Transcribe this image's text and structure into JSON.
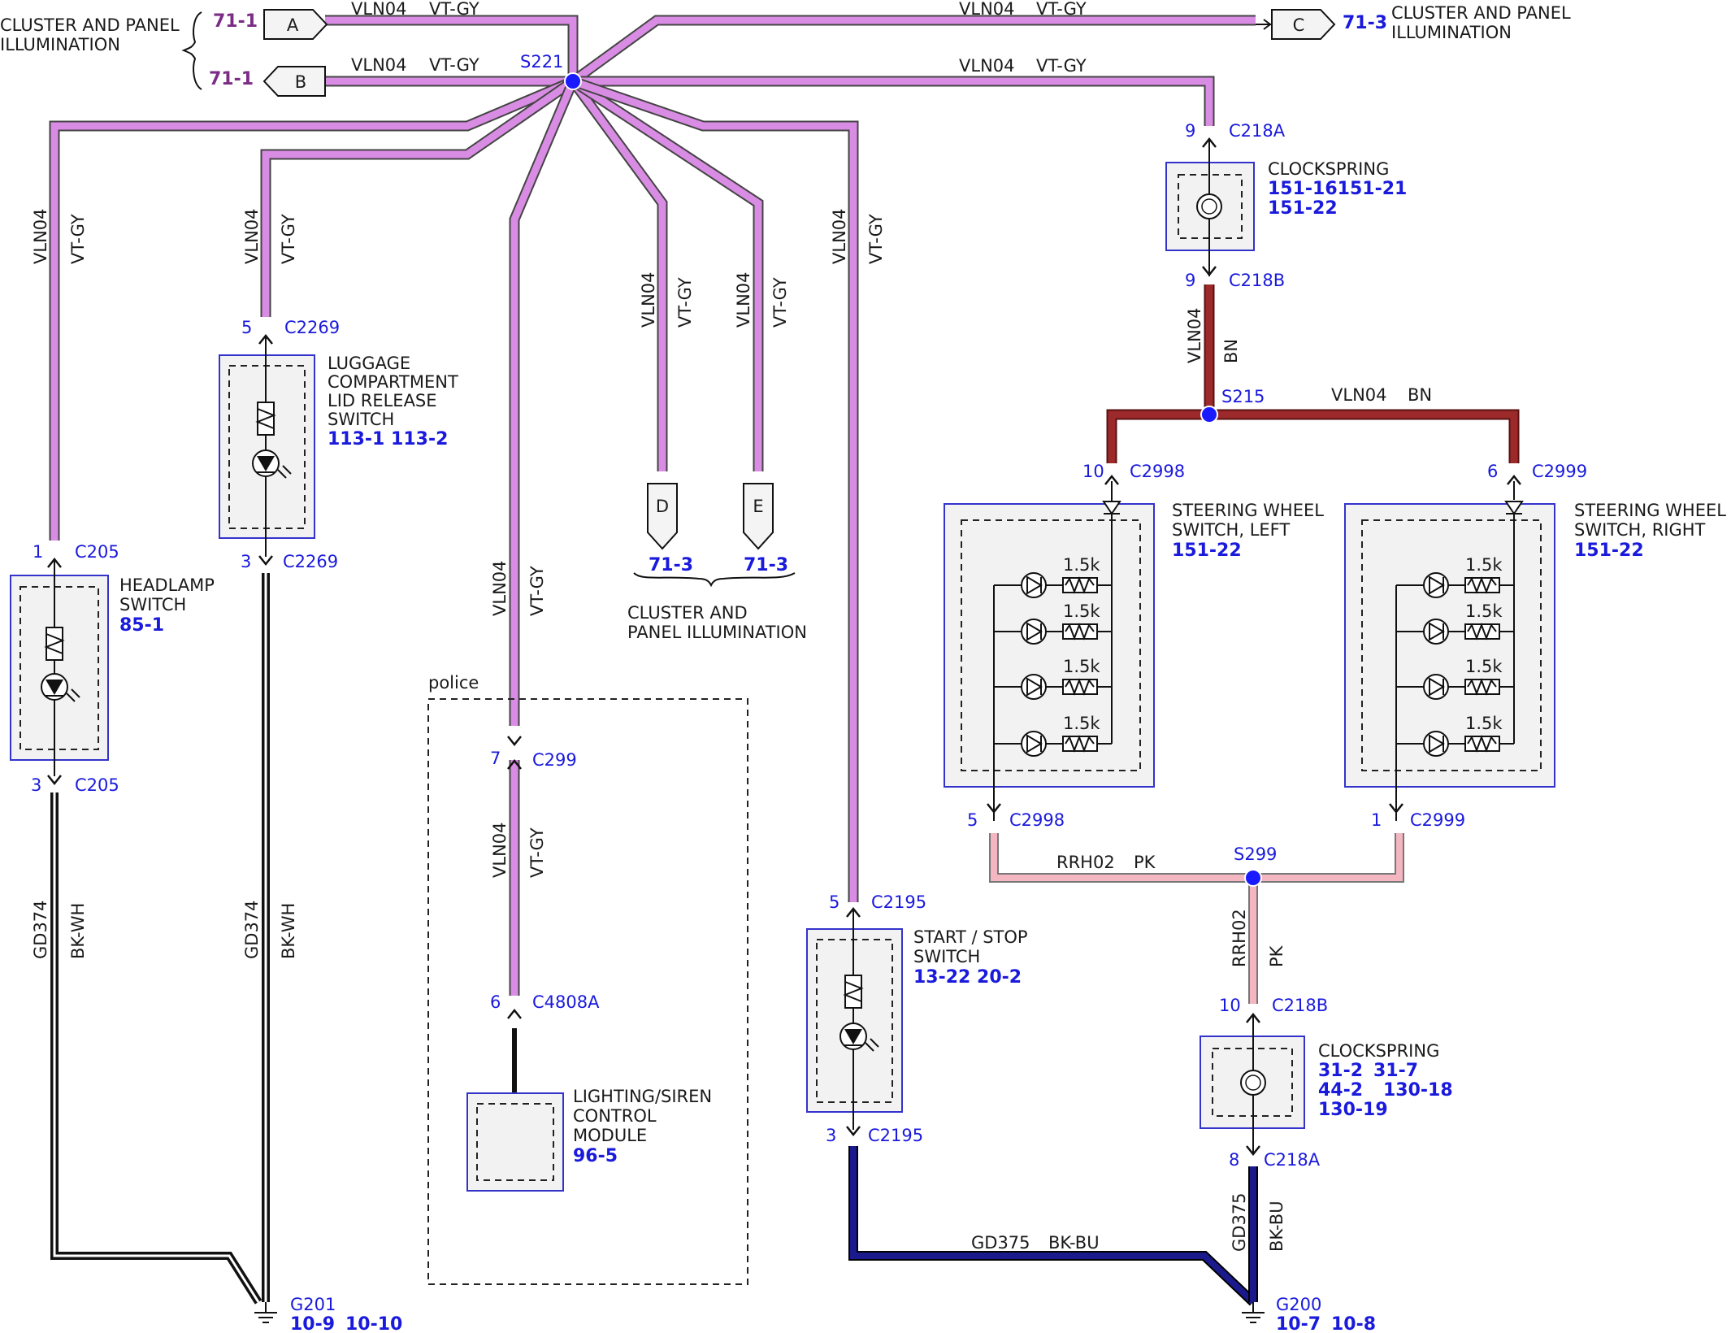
{
  "colors": {
    "violet_gray_wire": "#d98ce3",
    "brown_wire": "#9c2a2a",
    "pink_wire": "#f4b6c0",
    "black_blue_wire": "#1a1a8c",
    "wire_outline": "#444444",
    "splice_dot": "#1a1aff",
    "reference_blue": "#1a1adc",
    "reference_purple": "#7b2d86",
    "component_fill": "#f2f2f2",
    "component_border": "#3333cc"
  },
  "top": {
    "a": {
      "page_ref": "71-1",
      "tag": "A",
      "circuit": "VLN04",
      "color": "VT-GY",
      "desc1": "CLUSTER AND PANEL",
      "desc2": "ILLUMINATION"
    },
    "b": {
      "page_ref": "71-1",
      "tag": "B",
      "circuit": "VLN04",
      "color": "VT-GY"
    },
    "c": {
      "page_ref": "71-3",
      "tag": "C",
      "circuit": "VLN04",
      "color": "VT-GY",
      "desc1": "CLUSTER AND PANEL",
      "desc2": "ILLUMINATION"
    },
    "clockspring_feed": {
      "circuit": "VLN04",
      "color": "VT-GY"
    }
  },
  "splices": {
    "s221": "S221",
    "s215": "S215",
    "s299": "S299"
  },
  "headlamp": {
    "circuit": "VLN04",
    "color": "VT-GY",
    "pin_top": "1",
    "conn_top": "C205",
    "pin_bot": "3",
    "conn_bot": "C205",
    "name1": "HEADLAMP",
    "name2": "SWITCH",
    "ref": "85-1",
    "ground_circuit": "GD374",
    "ground_color": "BK-WH"
  },
  "luggage": {
    "circuit": "VLN04",
    "color": "VT-GY",
    "pin_top": "5",
    "conn_top": "C2269",
    "pin_bot": "3",
    "conn_bot": "C2269",
    "name1": "LUGGAGE",
    "name2": "COMPARTMENT",
    "name3": "LID RELEASE",
    "name4": "SWITCH",
    "ref": "113-1 113-2",
    "ground_circuit": "GD374",
    "ground_color": "BK-WH"
  },
  "police": {
    "label": "police",
    "circuit": "VLN04",
    "color": "VT-GY",
    "circuit2": "VLN04",
    "color2": "VT-GY",
    "pin_a": "7",
    "conn_a": "C299",
    "pin_b": "6",
    "conn_b": "C4808A",
    "name1": "LIGHTING/SIREN",
    "name2": "CONTROL",
    "name3": "MODULE",
    "ref": "96-5"
  },
  "d_e": {
    "d_circuit": "VLN04",
    "d_color": "VT-GY",
    "d_tag": "D",
    "d_ref": "71-3",
    "e_circuit": "VLN04",
    "e_color": "VT-GY",
    "e_tag": "E",
    "e_ref": "71-3",
    "desc1": "CLUSTER AND",
    "desc2": "PANEL ILLUMINATION"
  },
  "startstop": {
    "circuit": "VLN04",
    "color": "VT-GY",
    "pin_top": "5",
    "conn_top": "C2195",
    "pin_bot": "3",
    "conn_bot": "C2195",
    "name1": "START / STOP",
    "name2": "SWITCH",
    "ref": "13-22 20-2"
  },
  "clockspring_top": {
    "pin_top": "9",
    "conn_top": "C218A",
    "pin_bot": "9",
    "conn_bot": "C218B",
    "name": "CLOCKSPRING",
    "ref1": "151-16151-21",
    "ref2": "151-22",
    "out_circuit": "VLN04",
    "out_color": "BN"
  },
  "bn_bus": {
    "circuit": "VLN04",
    "color": "BN"
  },
  "sw_left": {
    "pin_top": "10",
    "conn_top": "C2998",
    "pin_bot": "5",
    "conn_bot": "C2998",
    "name1": "STEERING WHEEL",
    "name2": "SWITCH, LEFT",
    "ref": "151-22",
    "resistor": "1.5k"
  },
  "sw_right": {
    "pin_top": "6",
    "conn_top": "C2999",
    "pin_bot": "1",
    "conn_bot": "C2999",
    "name1": "STEERING WHEEL",
    "name2": "SWITCH, RIGHT",
    "ref": "151-22",
    "resistor": "1.5k"
  },
  "pk_bus": {
    "circuit": "RRH02",
    "color": "PK",
    "v_circuit": "RRH02",
    "v_color": "PK"
  },
  "clockspring_bot": {
    "pin_top": "10",
    "conn_top": "C218B",
    "pin_bot": "8",
    "conn_bot": "C218A",
    "name": "CLOCKSPRING",
    "ref1": "31-2",
    "ref2": "31-7",
    "ref3": "44-2",
    "ref4": "130-18",
    "ref5": "130-19",
    "ground_circuit": "GD375",
    "ground_color": "BK-BU",
    "ground_circuit2": "GD375",
    "ground_color2": "BK-BU"
  },
  "ground_g201": {
    "name": "G201",
    "ref1": "10-9",
    "ref2": "10-10"
  },
  "ground_g200": {
    "name": "G200",
    "ref1": "10-7",
    "ref2": "10-8"
  }
}
